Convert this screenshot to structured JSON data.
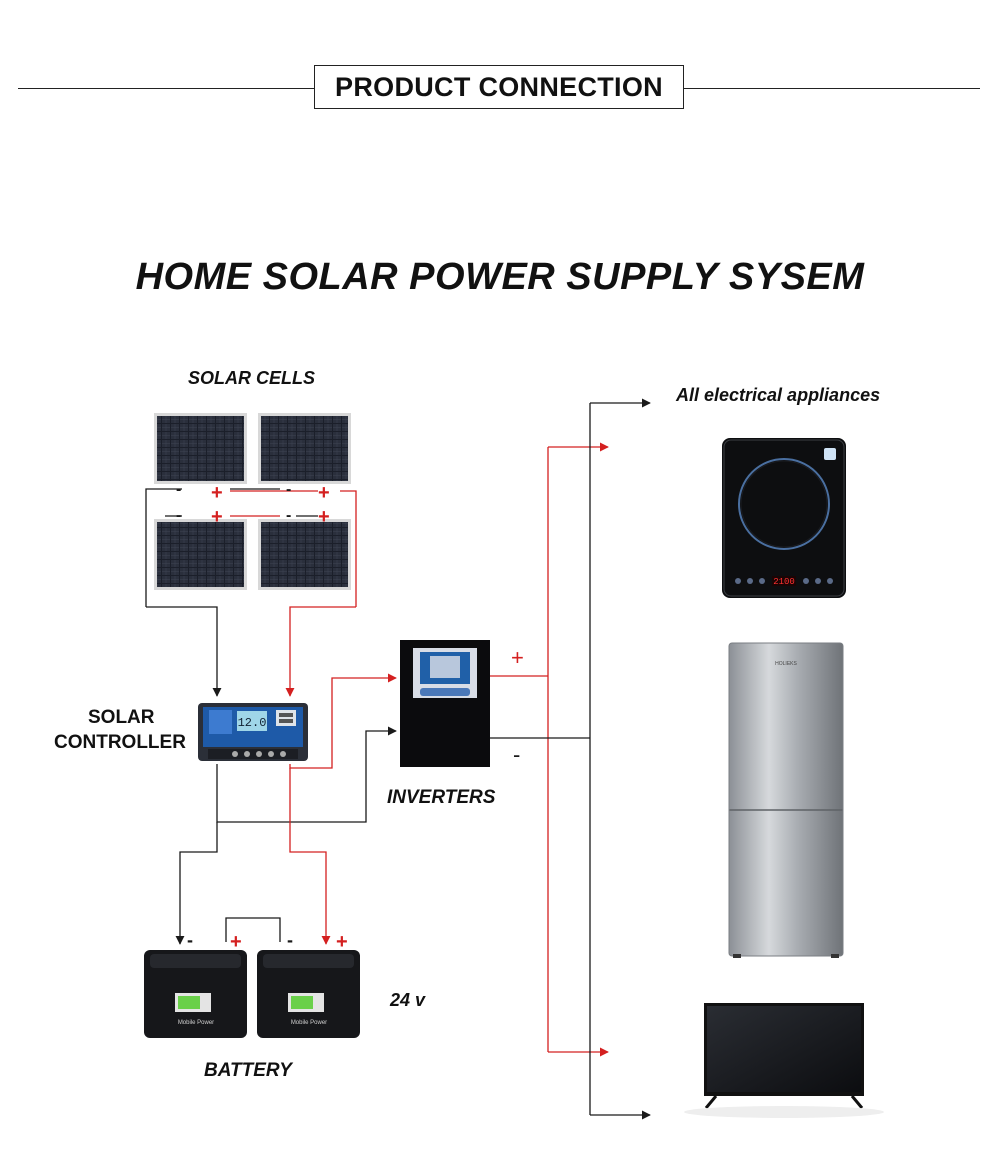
{
  "header": {
    "title": "PRODUCT CONNECTION"
  },
  "main_title": "HOME SOLAR POWER SUPPLY SYSEM",
  "labels": {
    "solar_cells": "SOLAR CELLS",
    "solar_controller_line1": "SOLAR",
    "solar_controller_line2": "CONTROLLER",
    "inverters": "INVERTERS",
    "battery": "BATTERY",
    "voltage": "24 v",
    "appliances": "All electrical appliances"
  },
  "controller_display": "12.0",
  "cooktop_display": "2100",
  "battery_label": "Mobile Power",
  "fridge_brand": "HOLIEKS",
  "polarity": {
    "positive": "+",
    "negative": "-"
  },
  "colors": {
    "positive_wire": "#d42020",
    "negative_wire": "#1a1a1a",
    "panel": "#1b1f2a"
  }
}
